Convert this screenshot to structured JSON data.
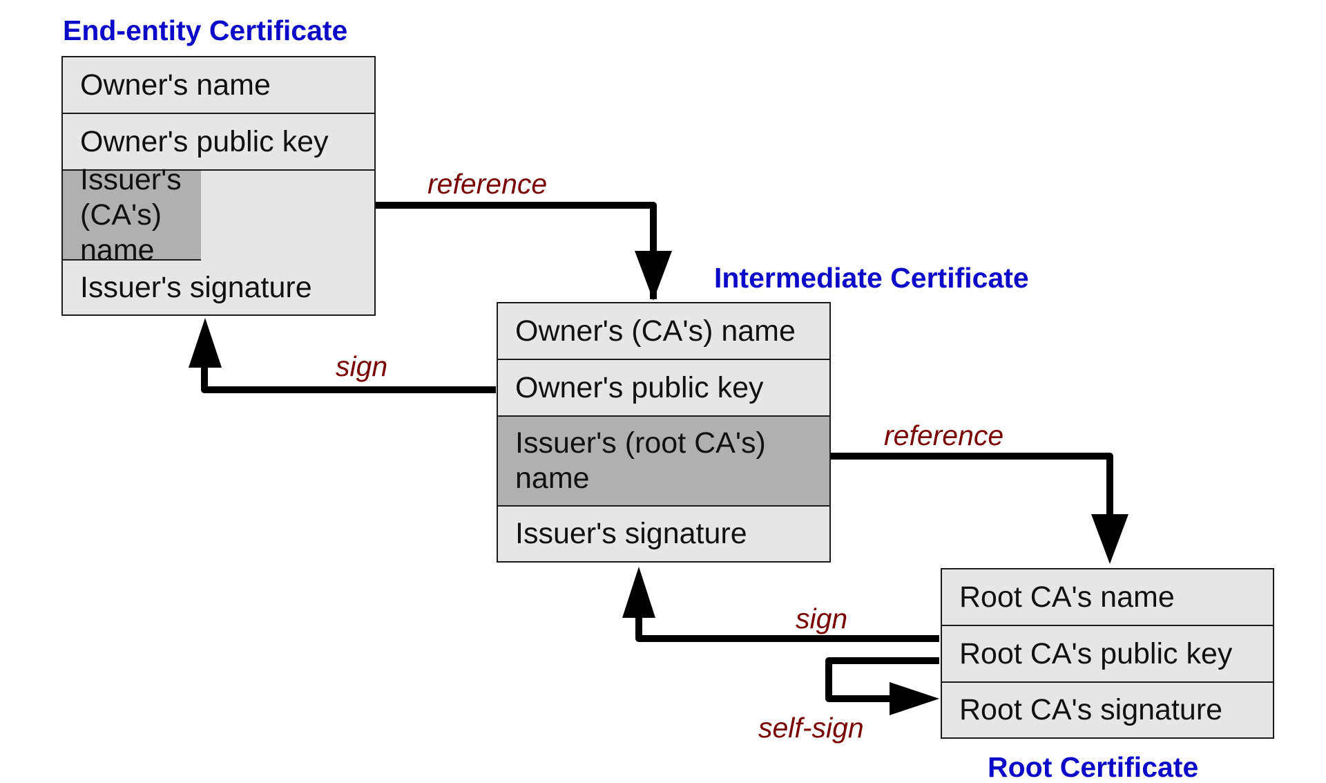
{
  "certificates": {
    "end_entity": {
      "title": "End-entity Certificate",
      "fields": [
        "Owner's name",
        "Owner's public key",
        "Issuer's (CA's) name",
        "Issuer's signature"
      ]
    },
    "intermediate": {
      "title": "Intermediate Certificate",
      "fields": [
        "Owner's (CA's) name",
        "Owner's public key",
        "Issuer's (root CA's) name",
        "Issuer's signature"
      ]
    },
    "root": {
      "title": "Root Certificate",
      "fields": [
        "Root CA's name",
        "Root CA's public key",
        "Root CA's signature"
      ]
    }
  },
  "edges": {
    "reference_1": "reference",
    "sign_1": "sign",
    "reference_2": "reference",
    "sign_2": "sign",
    "self_sign": "self-sign"
  },
  "colors": {
    "title": "#0a0ac8",
    "edge_label": "#7a0000",
    "field_bg": "#e6e6e6",
    "issuer_field_bg": "#b0b0b0",
    "line": "#000000"
  }
}
